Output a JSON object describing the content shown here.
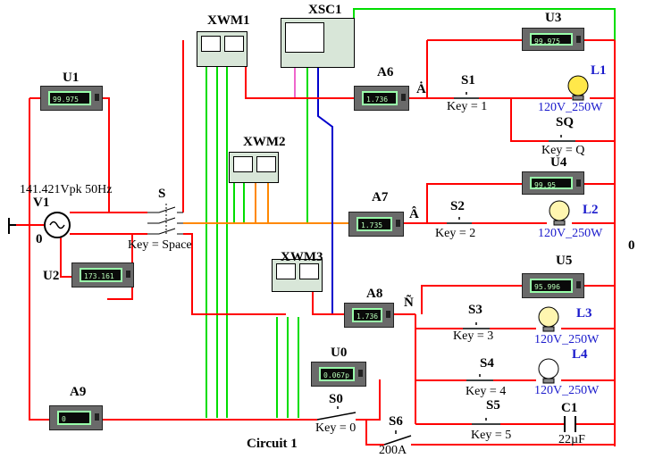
{
  "circuit_label": "Circuit 1",
  "ground_label": "0",
  "right_node_label": "0",
  "source": {
    "name": "V1",
    "spec": "141.421Vpk 50Hz"
  },
  "meters": [
    {
      "id": "U1",
      "reading": "99.975"
    },
    {
      "id": "U2",
      "reading": "173.161"
    },
    {
      "id": "U3",
      "reading": "99.975"
    },
    {
      "id": "U4",
      "reading": "99.95"
    },
    {
      "id": "U5",
      "reading": "95.996"
    },
    {
      "id": "U0",
      "reading": "0.067p"
    },
    {
      "id": "A6",
      "reading": "1.736"
    },
    {
      "id": "A7",
      "reading": "1.735"
    },
    {
      "id": "A8",
      "reading": "1.736"
    },
    {
      "id": "A9",
      "reading": "0"
    }
  ],
  "instruments": {
    "xwm1": "XWM1",
    "xwm2": "XWM2",
    "xwm3": "XWM3",
    "xsc1": "XSC1"
  },
  "phase_marks": {
    "a6": "Ȧ",
    "a7": "Â",
    "a8": "Ñ"
  },
  "switches": {
    "s_main": {
      "name": "S",
      "key": "Key = Space"
    },
    "s1": {
      "name": "S1",
      "key": "Key = 1"
    },
    "sq": {
      "name": "SQ",
      "key": "Key = Q"
    },
    "s2": {
      "name": "S2",
      "key": "Key = 2"
    },
    "s3": {
      "name": "S3",
      "key": "Key = 3"
    },
    "s4": {
      "name": "S4",
      "key": "Key = 4"
    },
    "s5": {
      "name": "S5",
      "key": "Key = 5"
    },
    "s0": {
      "name": "S0",
      "key": "Key = 0"
    },
    "s6": {
      "name": "S6",
      "rating": "200A"
    }
  },
  "lamps": [
    {
      "name": "L1",
      "rating": "120V_250W"
    },
    {
      "name": "L2",
      "rating": "120V_250W"
    },
    {
      "name": "L3",
      "rating": "120V_250W"
    },
    {
      "name": "L4",
      "rating": "120V_250W"
    }
  ],
  "capacitor": {
    "name": "C1",
    "value": "22µF"
  },
  "colors": {
    "wire": "#ff0000",
    "green": "#00dd00",
    "orange": "#ff8800",
    "blue": "#0000cc",
    "pink": "#ee66cc",
    "label_blue": "#1a1acc"
  }
}
